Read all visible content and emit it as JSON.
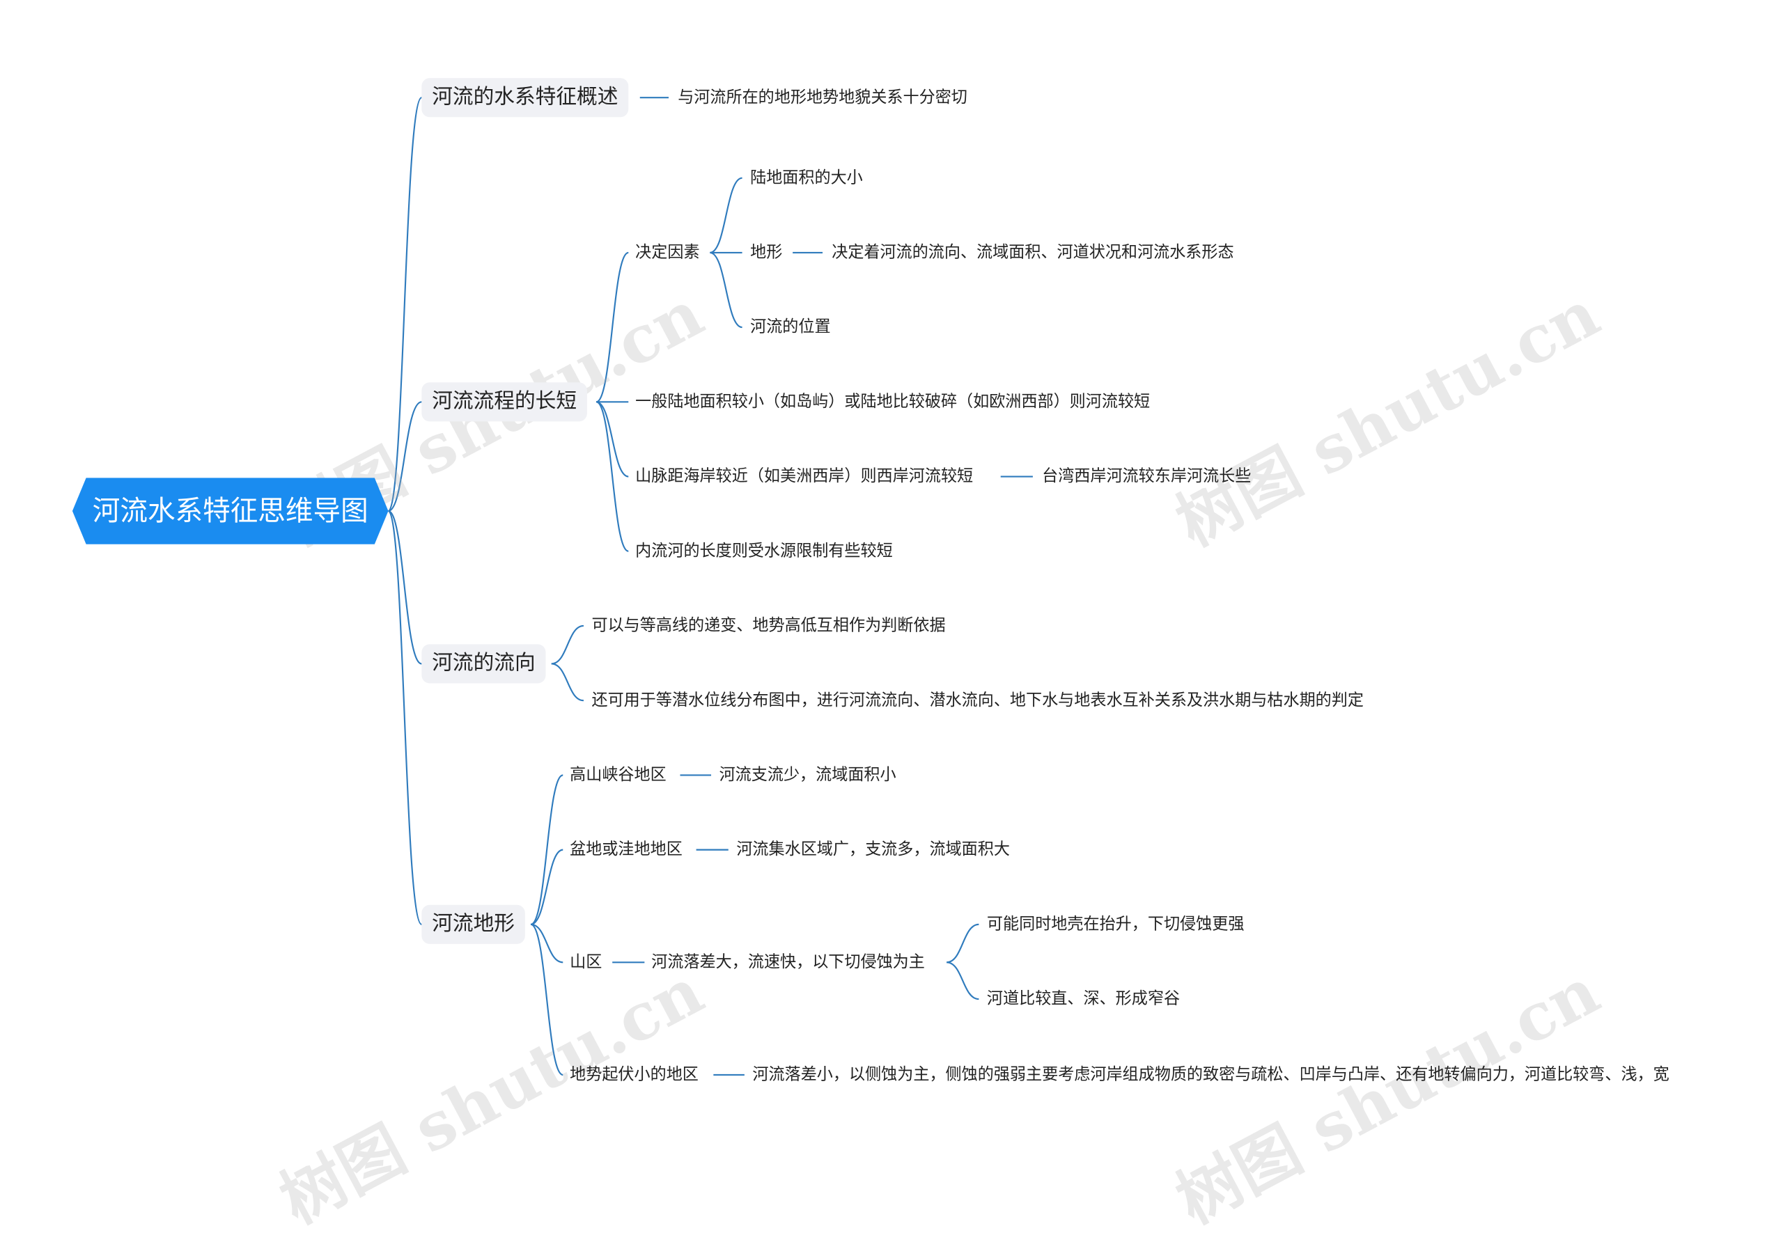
{
  "root": "河流水系特征思维导图",
  "branches": {
    "b1": {
      "label": "河流的水系特征概述",
      "c1": "与河流所在的地形地势地貌关系十分密切"
    },
    "b2": {
      "label": "河流流程的长短",
      "factors": {
        "label": "决定因素",
        "f1": "陆地面积的大小",
        "f2": "地形",
        "f2_detail": "决定着河流的流向、流域面积、河道状况和河流水系形态",
        "f3": "河流的位置"
      },
      "c2": "一般陆地面积较小（如岛屿）或陆地比较破碎（如欧洲西部）则河流较短",
      "c3": "山脉距海岸较近（如美洲西岸）则西岸河流较短",
      "c3_detail": "台湾西岸河流较东岸河流长些",
      "c4": "内流河的长度则受水源限制有些较短"
    },
    "b3": {
      "label": "河流的流向",
      "c1": "可以与等高线的递变、地势高低互相作为判断依据",
      "c2": "还可用于等潜水位线分布图中，进行河流流向、潜水流向、地下水与地表水互补关系及洪水期与枯水期的判定"
    },
    "b4": {
      "label": "河流地形",
      "c1": "高山峡谷地区",
      "c1_detail": "河流支流少，流域面积小",
      "c2": "盆地或洼地地区",
      "c2_detail": "河流集水区域广，支流多，流域面积大",
      "c3": "山区",
      "c3_detail": "河流落差大，流速快，以下切侵蚀为主",
      "c3_sub1": "可能同时地壳在抬升，下切侵蚀更强",
      "c3_sub2": "河道比较直、深、形成窄谷",
      "c4": "地势起伏小的地区",
      "c4_detail": "河流落差小，以侧蚀为主，侧蚀的强弱主要考虑河岸组成物质的致密与疏松、凹岸与凸岸、还有地转偏向力，河道比较弯、浅，宽"
    }
  },
  "watermark": "树图 shutu.cn",
  "colors": {
    "root_fill": "#1a8cf0",
    "link": "#2f7bbd",
    "branch_fill": "#f0f1f5"
  }
}
